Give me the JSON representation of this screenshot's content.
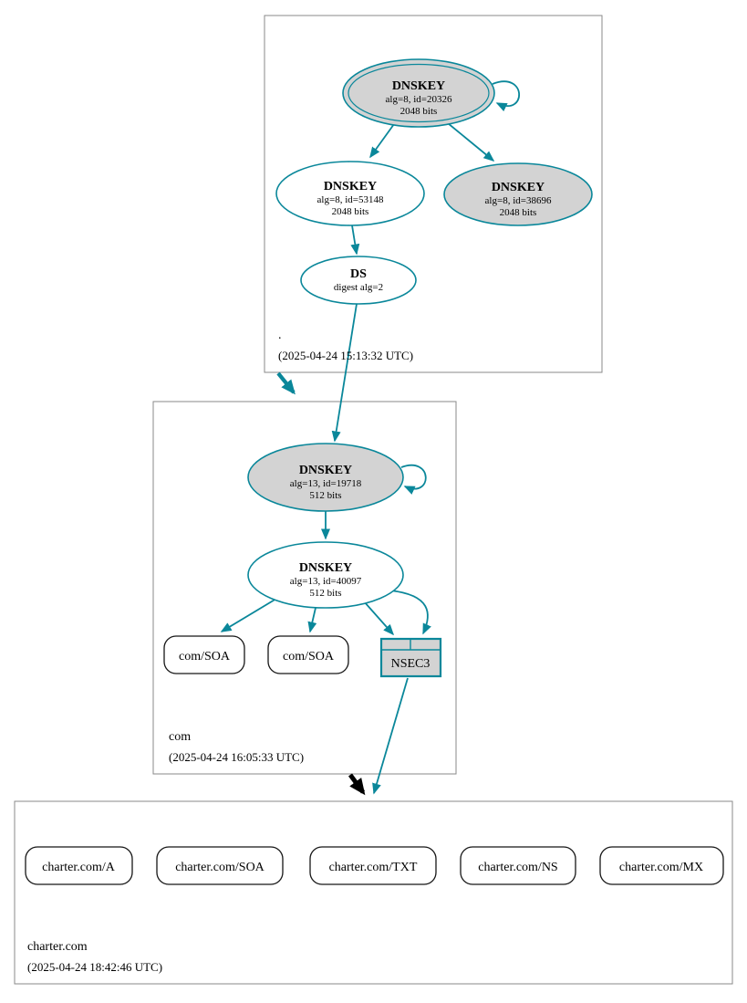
{
  "colors": {
    "secure_teal": "#0a879a",
    "insecure_black": "#000000",
    "node_gray_fill": "#d3d3d3",
    "zone_border_gray": "#8a8a8a"
  },
  "zones": {
    "root": {
      "label": ".",
      "timestamp": "(2025-04-24 15:13:32 UTC)"
    },
    "com": {
      "label": "com",
      "timestamp": "(2025-04-24 16:05:33 UTC)"
    },
    "charter": {
      "label": "charter.com",
      "timestamp": "(2025-04-24 18:42:46 UTC)"
    }
  },
  "nodes": {
    "root_ksk": {
      "type": "DNSKEY",
      "detail": "alg=8, id=20326",
      "size": "2048 bits"
    },
    "root_zsk": {
      "type": "DNSKEY",
      "detail": "alg=8, id=53148",
      "size": "2048 bits"
    },
    "root_key_38696": {
      "type": "DNSKEY",
      "detail": "alg=8, id=38696",
      "size": "2048 bits"
    },
    "root_ds": {
      "type": "DS",
      "detail": "digest alg=2"
    },
    "com_ksk": {
      "type": "DNSKEY",
      "detail": "alg=13, id=19718",
      "size": "512 bits"
    },
    "com_zsk": {
      "type": "DNSKEY",
      "detail": "alg=13, id=40097",
      "size": "512 bits"
    },
    "com_soa_1": {
      "label": "com/SOA"
    },
    "com_soa_2": {
      "label": "com/SOA"
    },
    "com_nsec3": {
      "label": "NSEC3"
    },
    "charter_a": {
      "label": "charter.com/A"
    },
    "charter_soa": {
      "label": "charter.com/SOA"
    },
    "charter_txt": {
      "label": "charter.com/TXT"
    },
    "charter_ns": {
      "label": "charter.com/NS"
    },
    "charter_mx": {
      "label": "charter.com/MX"
    }
  }
}
